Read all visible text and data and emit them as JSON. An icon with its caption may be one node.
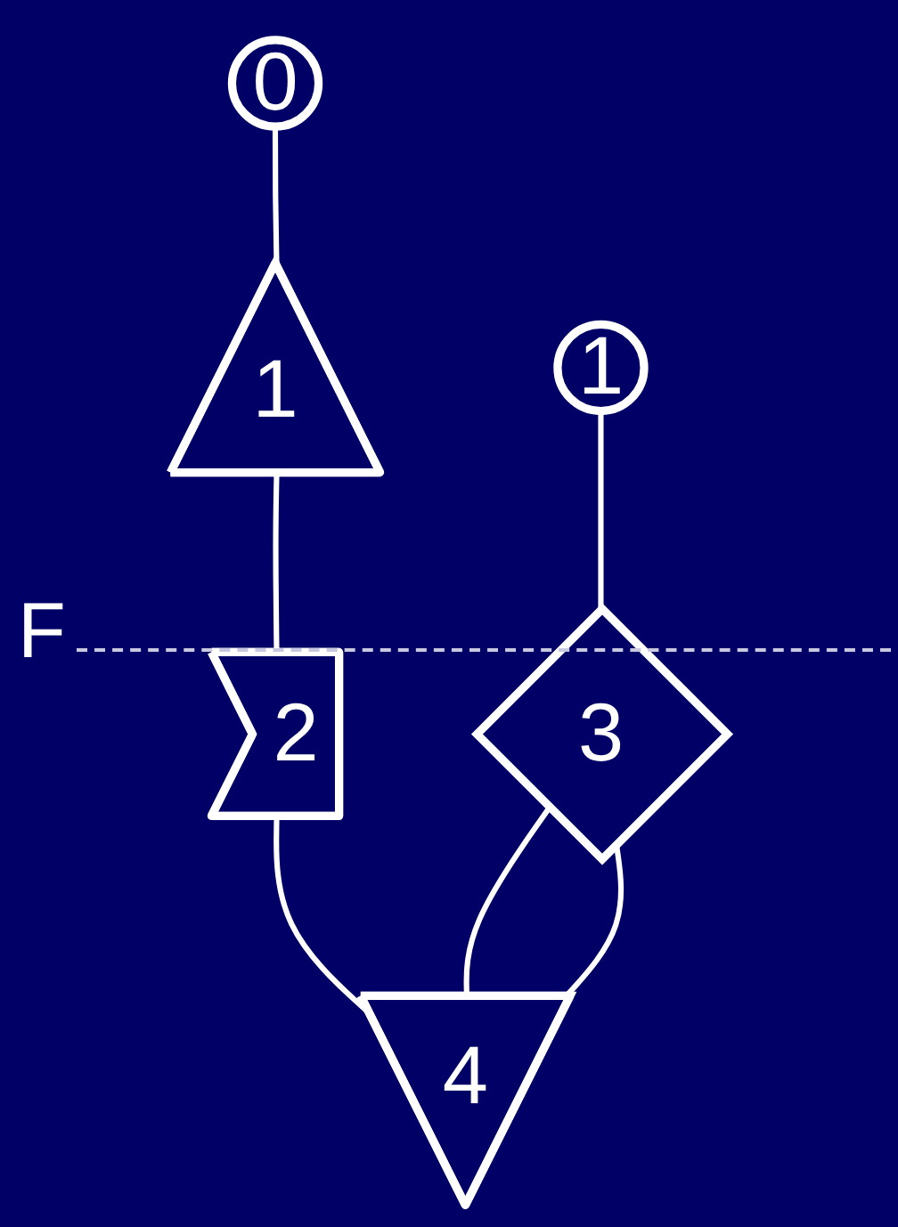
{
  "diagram": {
    "nodes": [
      {
        "text": [
          "0"
        ]
      },
      {
        "text": [
          "1"
        ]
      },
      {
        "text": [
          "1"
        ]
      },
      {
        "text": [
          "2"
        ]
      },
      {
        "text": [
          "3"
        ]
      },
      {
        "text": [
          "4"
        ]
      }
    ],
    "edges": [
      {
        "from": 0,
        "to": 2,
        "arrow": "none"
      },
      {
        "from": 2,
        "to": 3,
        "arrow": "none"
      },
      {
        "from": 3,
        "to": 5,
        "arrow": "none"
      },
      {
        "from": 1,
        "to": 4,
        "arrow": "none"
      },
      {
        "from": 4,
        "to": 5,
        "arrow": "none"
      },
      {
        "from": 4,
        "to": 5,
        "arrow": "none"
      }
    ],
    "labels": [
      "F"
    ]
  }
}
